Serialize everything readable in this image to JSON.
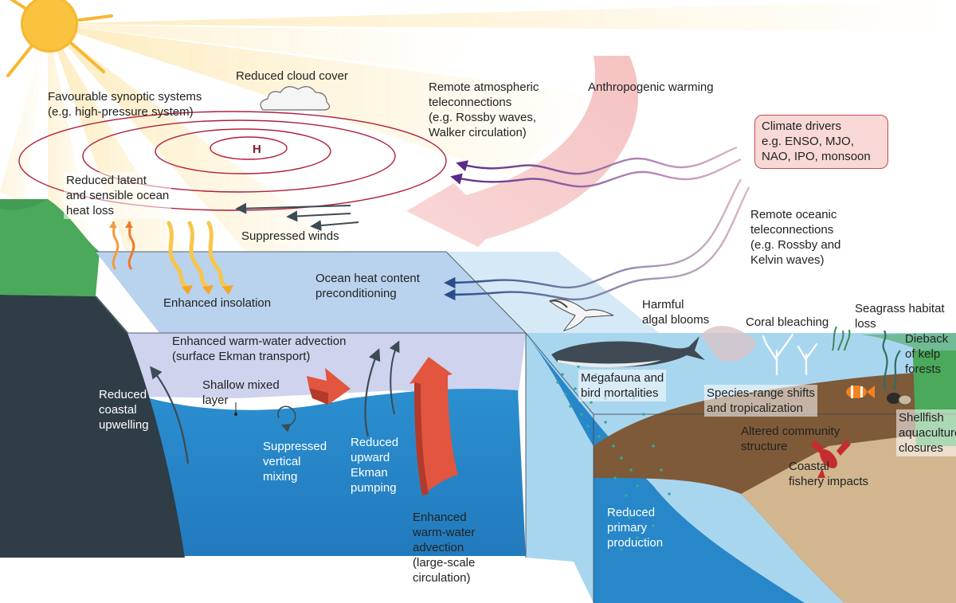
{
  "labels": {
    "cloud": "Reduced cloud cover",
    "synoptic": "Favourable synoptic systems\n(e.g. high-pressure system)",
    "high_pressure": "H",
    "teleconn_atmos": "Remote atmospheric\nteleconnections\n(e.g. Rossby waves,\nWalker circulation)",
    "anthropogenic": "Anthropogenic warming",
    "climate_drivers": "Climate drivers\ne.g. ENSO, MJO,\nNAO, IPO, monsoon",
    "heat_loss": "Reduced latent\nand sensible ocean\nheat loss",
    "winds": "Suppressed winds",
    "teleconn_ocean": "Remote oceanic\nteleconnections\n(e.g. Rossby and\nKelvin waves)",
    "insolation": "Enhanced insolation",
    "preconditioning": "Ocean heat content\npreconditioning",
    "ekman_advection": "Enhanced warm-water advection\n(surface Ekman transport)",
    "shallow_mixed": "Shallow mixed\nlayer",
    "reduced_upwelling": "Reduced\ncoastal\nupwelling",
    "suppressed_mixing": "Suppressed\nvertical\nmixing",
    "ekman_pumping": "Reduced\nupward\nEkman\npumping",
    "large_scale_advection": "Enhanced\nwarm-water\nadvection\n(large-scale\ncirculation)",
    "harmful_algal": "Harmful\nalgal blooms",
    "coral_bleaching": "Coral bleaching",
    "seagrass": "Seagrass habitat\nloss",
    "kelp": "Dieback\nof kelp\nforests",
    "megafauna": "Megafauna and\nbird mortalities",
    "species_shifts": "Species-range shifts\nand tropicalization",
    "shellfish": "Shellfish\naquaculture\nclosures",
    "community": "Altered community\nstructure",
    "fishery": "Coastal\nfishery impacts",
    "primary_production": "Reduced\nprimary\nproduction"
  },
  "colors": {
    "sky_ray": "#fde9b4",
    "sun": "#f7b731",
    "ocean_surface": "#b9d3ee",
    "ocean_mid": "#cfd3ee",
    "ocean_deep": "#2787c9",
    "coastal_shelf": "#a9d6ef",
    "seabed": "#7e5a38",
    "seabed_light": "#d2b690",
    "land_green": "#4aa95a",
    "cliff": "#2f3d46",
    "isobar": "#b01f3c",
    "anthropogenic_arrow": "#f4b7b7",
    "teleconnection_wave": "#6a3a96",
    "heat_arrow": "#f5a623",
    "ekman_arrow": "#e2553e"
  }
}
